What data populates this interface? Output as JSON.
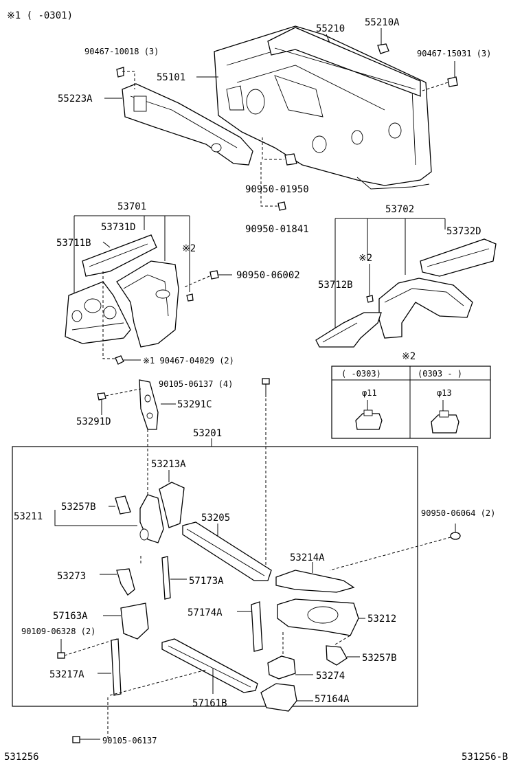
{
  "header": {
    "note": "※1 (     -0301)"
  },
  "footer": {
    "left_code": "531256",
    "right_code": "531256-B"
  },
  "labels": {
    "p55210": "55210",
    "p55210A": "55210A",
    "p90467_10018": "90467-10018 (3)",
    "p90467_15031": "90467-15031 (3)",
    "p55101": "55101",
    "p55223A": "55223A",
    "p90950_01950": "90950-01950",
    "p90950_01841": "90950-01841",
    "p53701": "53701",
    "p53731D": "53731D",
    "p53711B": "53711B",
    "star2_left": "※2",
    "p90950_06002": "90950-06002",
    "p90467_04029": "※1 90467-04029 (2)",
    "p53702": "53702",
    "p53732D": "53732D",
    "star2_right": "※2",
    "p53712B": "53712B",
    "p90105_06137_4": "90105-06137 (4)",
    "p53291C": "53291C",
    "p53291D": "53291D",
    "p53201": "53201",
    "p53213A": "53213A",
    "p53211": "53211",
    "p53257B_top": "53257B",
    "p53205": "53205",
    "p90950_06064": "90950-06064 (2)",
    "p53214A": "53214A",
    "p53273": "53273",
    "p57173A": "57173A",
    "p57174A": "57174A",
    "p53212": "53212",
    "p57163A": "57163A",
    "p90109_06328": "90109-06328 (2)",
    "p53257B_bottom": "53257B",
    "p53274": "53274",
    "p53217A": "53217A",
    "p57161B": "57161B",
    "p57164A": "57164A",
    "p90105_06137": "90105-06137"
  },
  "variant_table": {
    "title": "※2",
    "col1_header": "(     -0303)",
    "col2_header": "(0303 -     )",
    "col1_value": "φ11",
    "col2_value": "φ13"
  }
}
